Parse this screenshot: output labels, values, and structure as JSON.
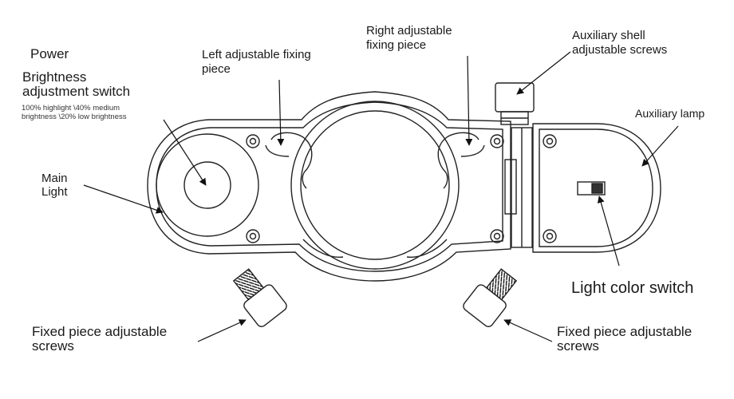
{
  "labels": {
    "power_line1": "Power",
    "power_line2": "Brightness",
    "power_line3": "adjustment switch",
    "power_note_line1": "100% highlight \\40% medium",
    "power_note_line2": "brightness \\20% low brightness",
    "left_fix_line1": "Left adjustable fixing",
    "left_fix_line2": "piece",
    "right_fix_line1": "Right adjustable",
    "right_fix_line2": "fixing piece",
    "aux_screw_line1": "Auxiliary shell",
    "aux_screw_line2": "adjustable screws",
    "aux_lamp": "Auxiliary lamp",
    "main_light_line1": "Main",
    "main_light_line2": "Light",
    "color_switch": "Light color switch",
    "fixed_left_line1": "Fixed piece adjustable",
    "fixed_left_line2": "screws",
    "fixed_right_line1": "Fixed piece adjustable",
    "fixed_right_line2": "screws"
  }
}
